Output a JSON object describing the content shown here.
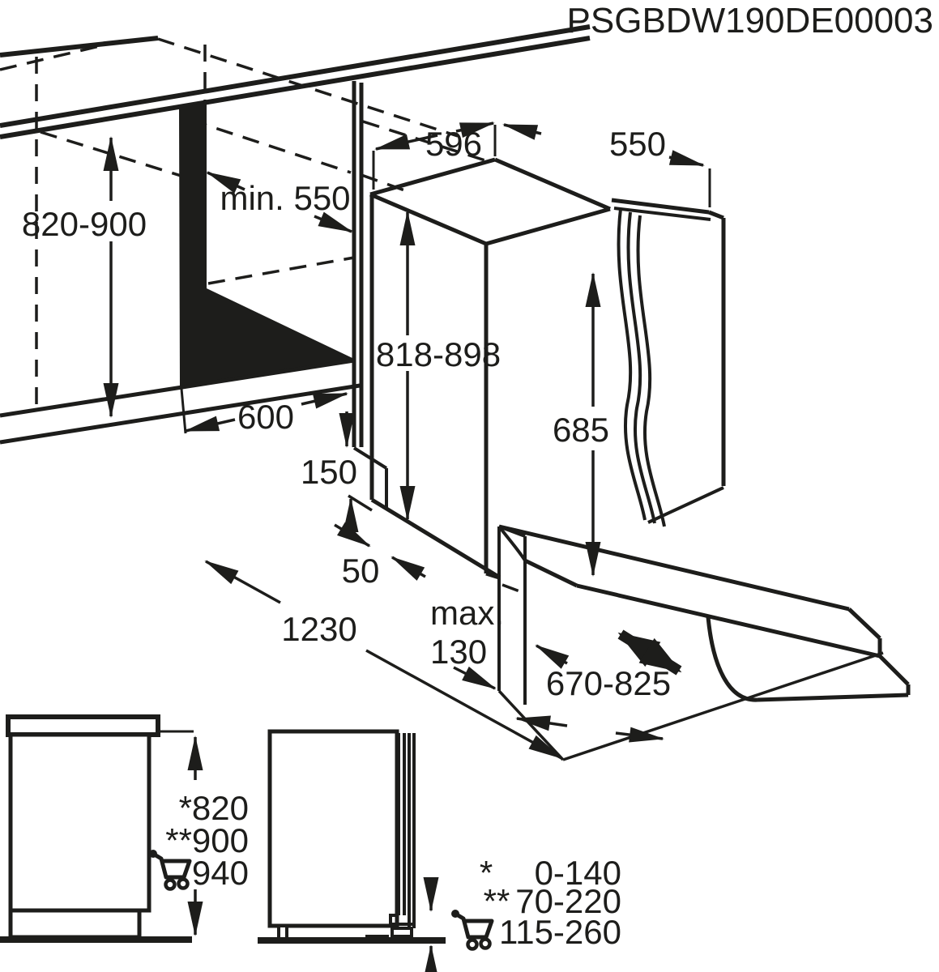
{
  "colors": {
    "line": "#1d1d1b",
    "background": "#ffffff"
  },
  "title": "PSGBDW190DE00003",
  "main_diagram": {
    "niche_height": "820-900",
    "niche_min_depth": "min. 550",
    "appliance_width": "596",
    "appliance_depth": "550",
    "appliance_height": "818-898",
    "door_height": "685",
    "niche_width": "600",
    "plinth_height": "150",
    "side_gap": "50",
    "open_door_clearance": "1230",
    "plinth_recess_word": "max.",
    "plinth_recess_value": "130",
    "door_slide_range": "670-825"
  },
  "elevation": {
    "height_star": "*820",
    "height_dblstar": "**900",
    "height_cart": "940"
  },
  "legend": {
    "star_mark": "*",
    "star_range": "0-140",
    "dblstar_mark": "**",
    "dblstar_range": "70-220",
    "cart_range": "115-260"
  }
}
